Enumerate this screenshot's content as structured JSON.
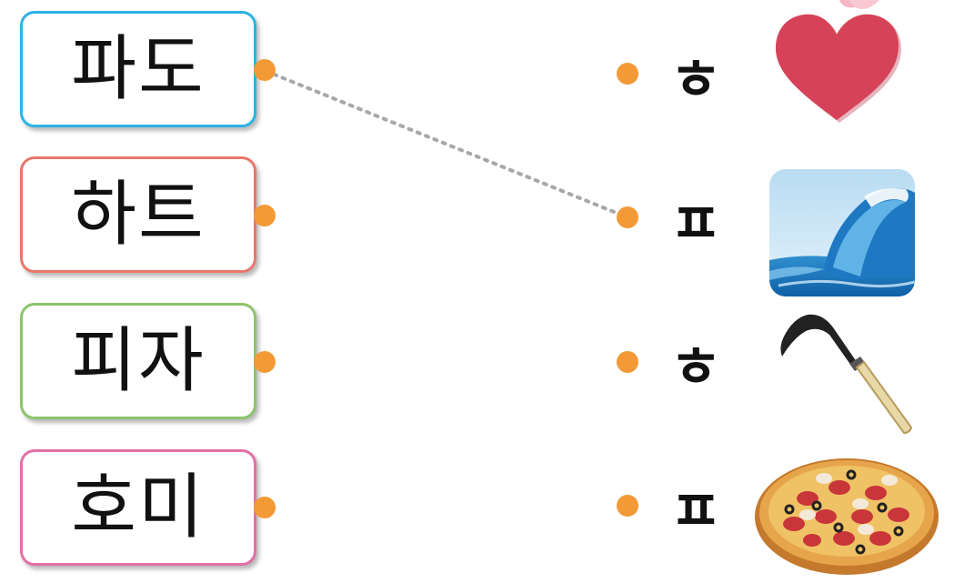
{
  "words": [
    {
      "text": "파도",
      "color": "#2bb3e6"
    },
    {
      "text": "하트",
      "color": "#e8776a"
    },
    {
      "text": "피자",
      "color": "#8dc46c"
    },
    {
      "text": "호미",
      "color": "#e46fa6"
    }
  ],
  "consonants": [
    "ㅎ",
    "ㅍ",
    "ㅎ",
    "ㅍ"
  ],
  "pictures": [
    "heart-icon",
    "wave-picture",
    "hoe-picture",
    "pizza-picture"
  ],
  "accent_color": "#f39a36",
  "connector_color": "#a8a8a8"
}
